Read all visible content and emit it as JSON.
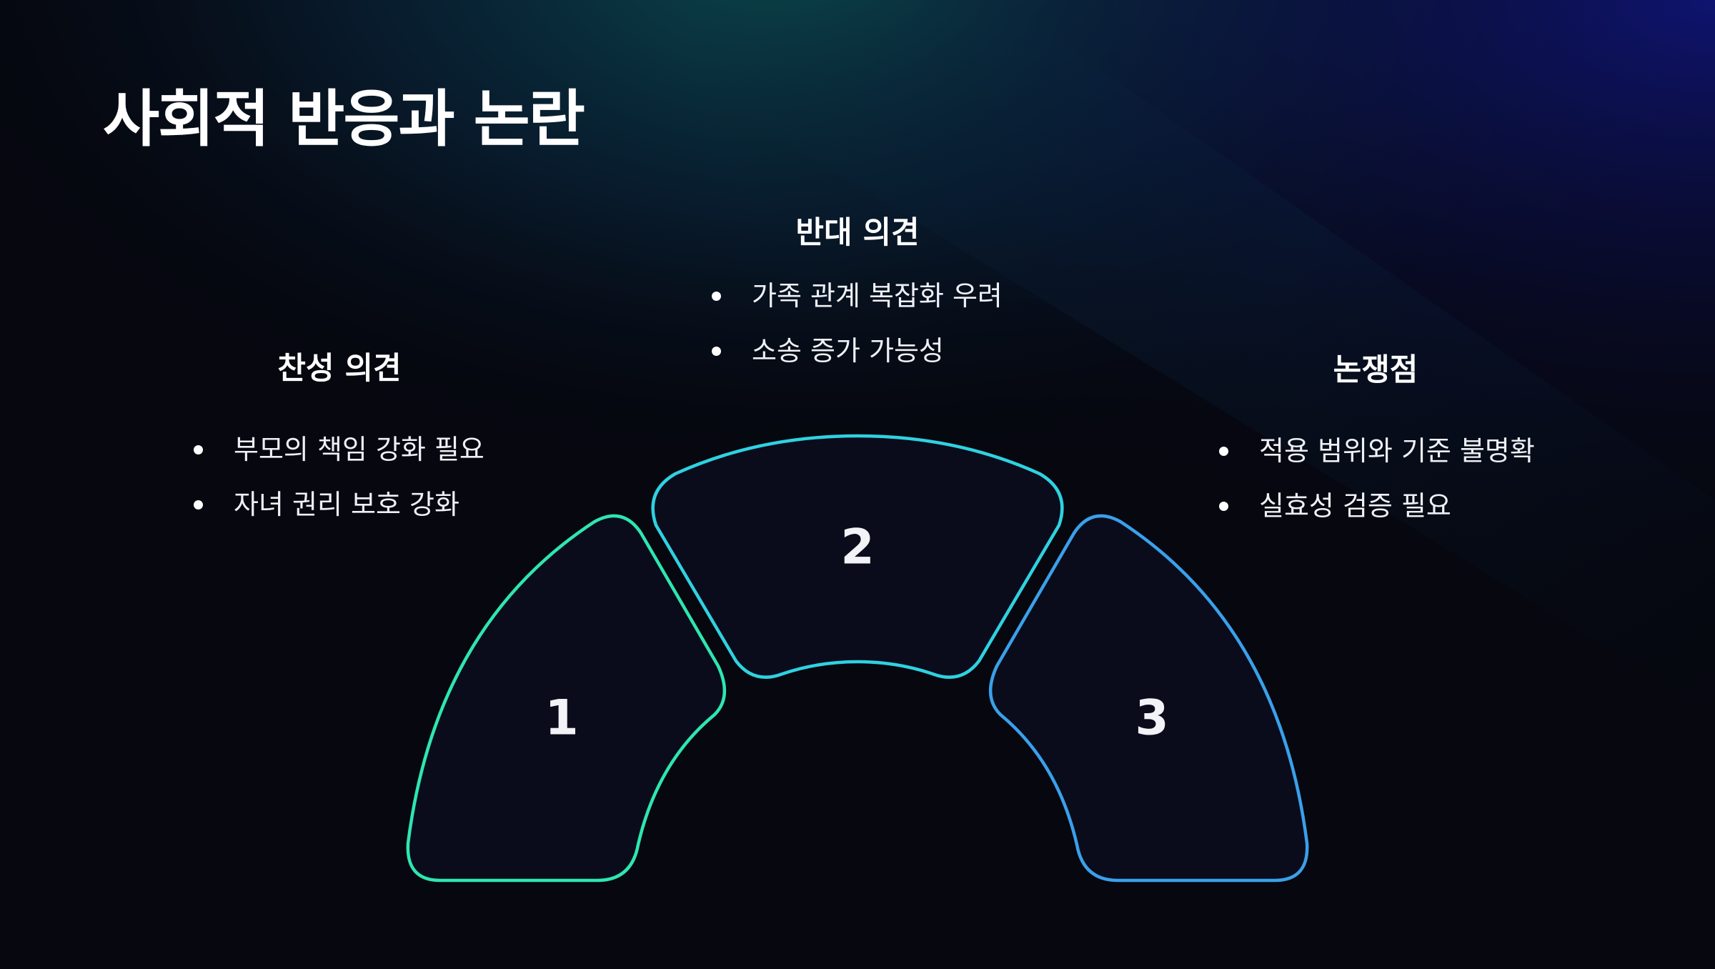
{
  "title": "사회적 반응과 논란",
  "groups": {
    "left": {
      "heading": "찬성 의견",
      "items": [
        "부모의 책임 강화 필요",
        "자녀 권리 보호 강화"
      ]
    },
    "mid": {
      "heading": "반대 의견",
      "items": [
        "가족 관계 복잡화 우려",
        "소송 증가 가능성"
      ]
    },
    "right": {
      "heading": "논쟁점",
      "items": [
        "적용 범위와 기준 불명확",
        "실효성 검증 필요"
      ]
    }
  },
  "segments": [
    {
      "number": "1",
      "color": "#2ee6b0"
    },
    {
      "number": "2",
      "color": "#2fd2e0"
    },
    {
      "number": "3",
      "color": "#3aa0ea"
    }
  ],
  "colors": {
    "background": "#06070f",
    "segment_fill": "#0a0c1c"
  }
}
